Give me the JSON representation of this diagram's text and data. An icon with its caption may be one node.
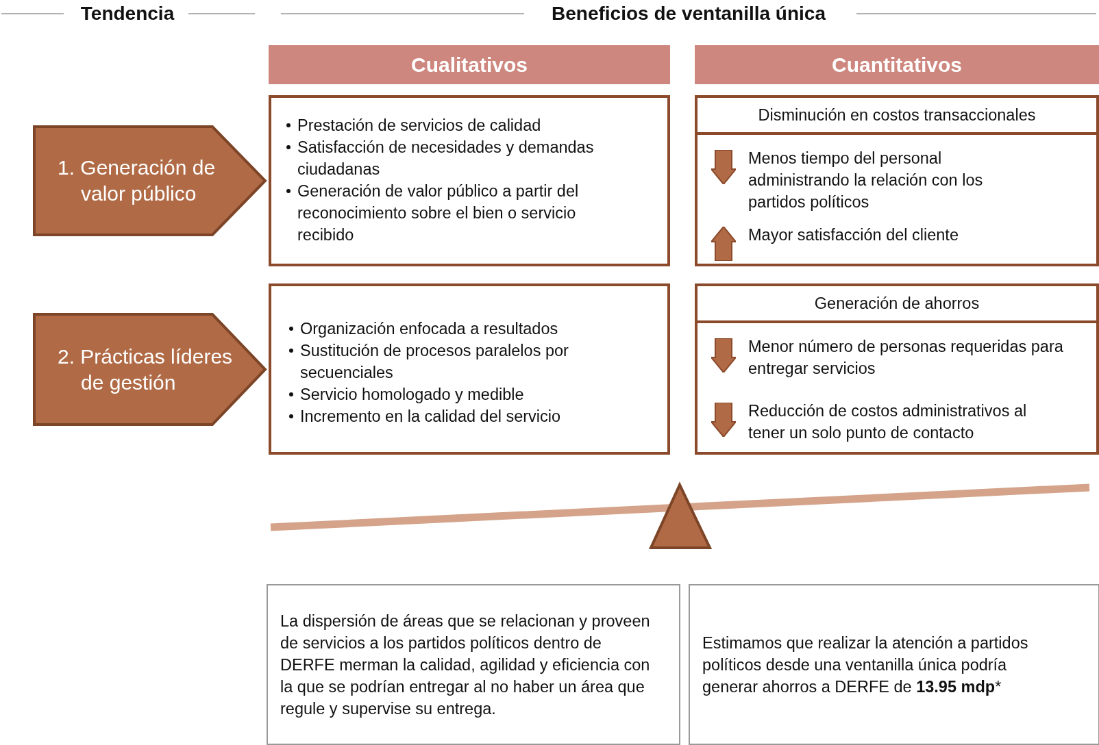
{
  "diagram": {
    "nodes": [
      {
        "text": [
          "Cualitativos"
        ]
      },
      {
        "text": [
          "Cuantitativos"
        ]
      },
      {
        "text": [
          "1. Generación de valor público"
        ]
      },
      {
        "text": [
          "Prestación de servicios de calidad",
          "Satisfacción de necesidades y demandas ciudadanas",
          "Generación de valor público a partir del reconocimiento sobre el bien o servicio recibido"
        ]
      },
      {
        "text": [
          "Disminución en costos transaccionales",
          "Menos tiempo del personal administrando la relación con los partidos políticos",
          "Mayor satisfacción del cliente"
        ]
      },
      {
        "text": [
          "2. Prácticas líderes de gestión"
        ]
      },
      {
        "text": [
          "Organización enfocada a resultados",
          "Sustitución de procesos paralelos por secuenciales",
          "Servicio homologado y medible",
          "Incremento en la calidad del servicio"
        ]
      },
      {
        "text": [
          "Generación de ahorros",
          "Menor número de personas requeridas para entregar servicios",
          "Reducción de costos administrativos al tener un solo punto de contacto"
        ]
      },
      {
        "text": [
          "La dispersión de áreas que se relacionan y proveen de servicios a los partidos políticos dentro de DERFE merman la calidad, agilidad y eficiencia con la que se podrían entregar al no haber un área que regule y supervise su entrega."
        ]
      },
      {
        "text": [
          "Estimamos que realizar la atención a partidos políticos desde una ventanilla única podría generar ahorros a DERFE de **13.95 mdp***"
        ]
      }
    ],
    "labels": [
      "Tendencia",
      "Beneficios de ventanilla única"
    ]
  }
}
